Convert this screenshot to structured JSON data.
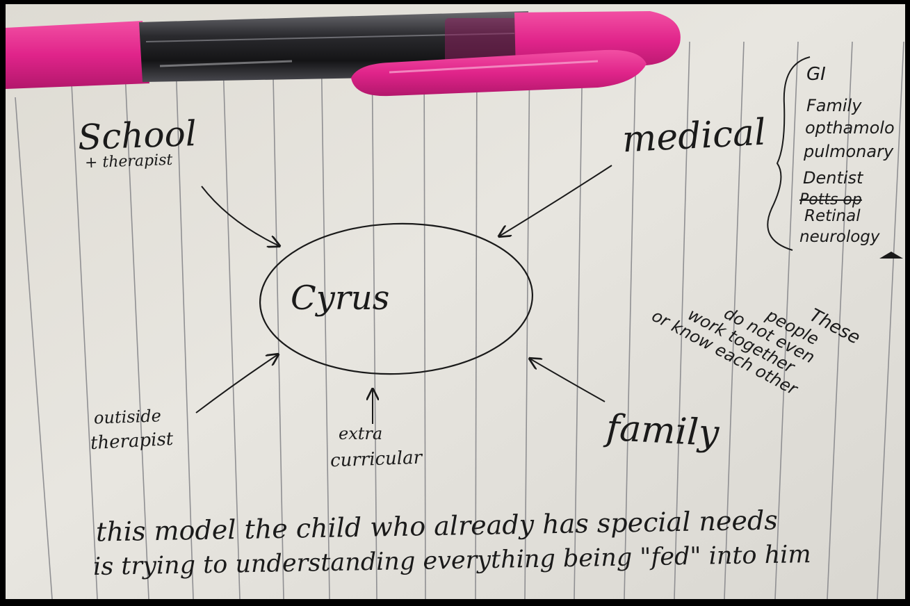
{
  "colors": {
    "paper": "#e4e2dc",
    "rule_line": "#8f8f92",
    "ink": "#1a1a1a",
    "pen_body": "#e0248a",
    "pen_barrel": "#2a2a2e",
    "frame": "#000000"
  },
  "objects": {
    "pen": "pink-retractable-gel-pen",
    "paper": "lined-notebook-page"
  },
  "diagram": {
    "center": "Cyrus",
    "nodes": {
      "school": {
        "title": "School",
        "note": "+ therapist"
      },
      "medical": "medical",
      "outside": {
        "line1": "outiside",
        "line2": "therapist"
      },
      "extra": {
        "line1": "extra",
        "line2": "curricular"
      },
      "family": "family"
    },
    "specialists": {
      "items": [
        "GI",
        "Family",
        "opthamolo",
        "pulmonary",
        "Dentist"
      ],
      "struck": "Potts op",
      "more": [
        "Retinal",
        "neurology"
      ]
    },
    "note": {
      "lines": [
        "These",
        "people",
        "do not even",
        "work together",
        "or know each other"
      ]
    },
    "caption": {
      "line1": "this model the child who already has special needs",
      "line2": "is trying to understanding everything being \"fed\" into him"
    }
  }
}
